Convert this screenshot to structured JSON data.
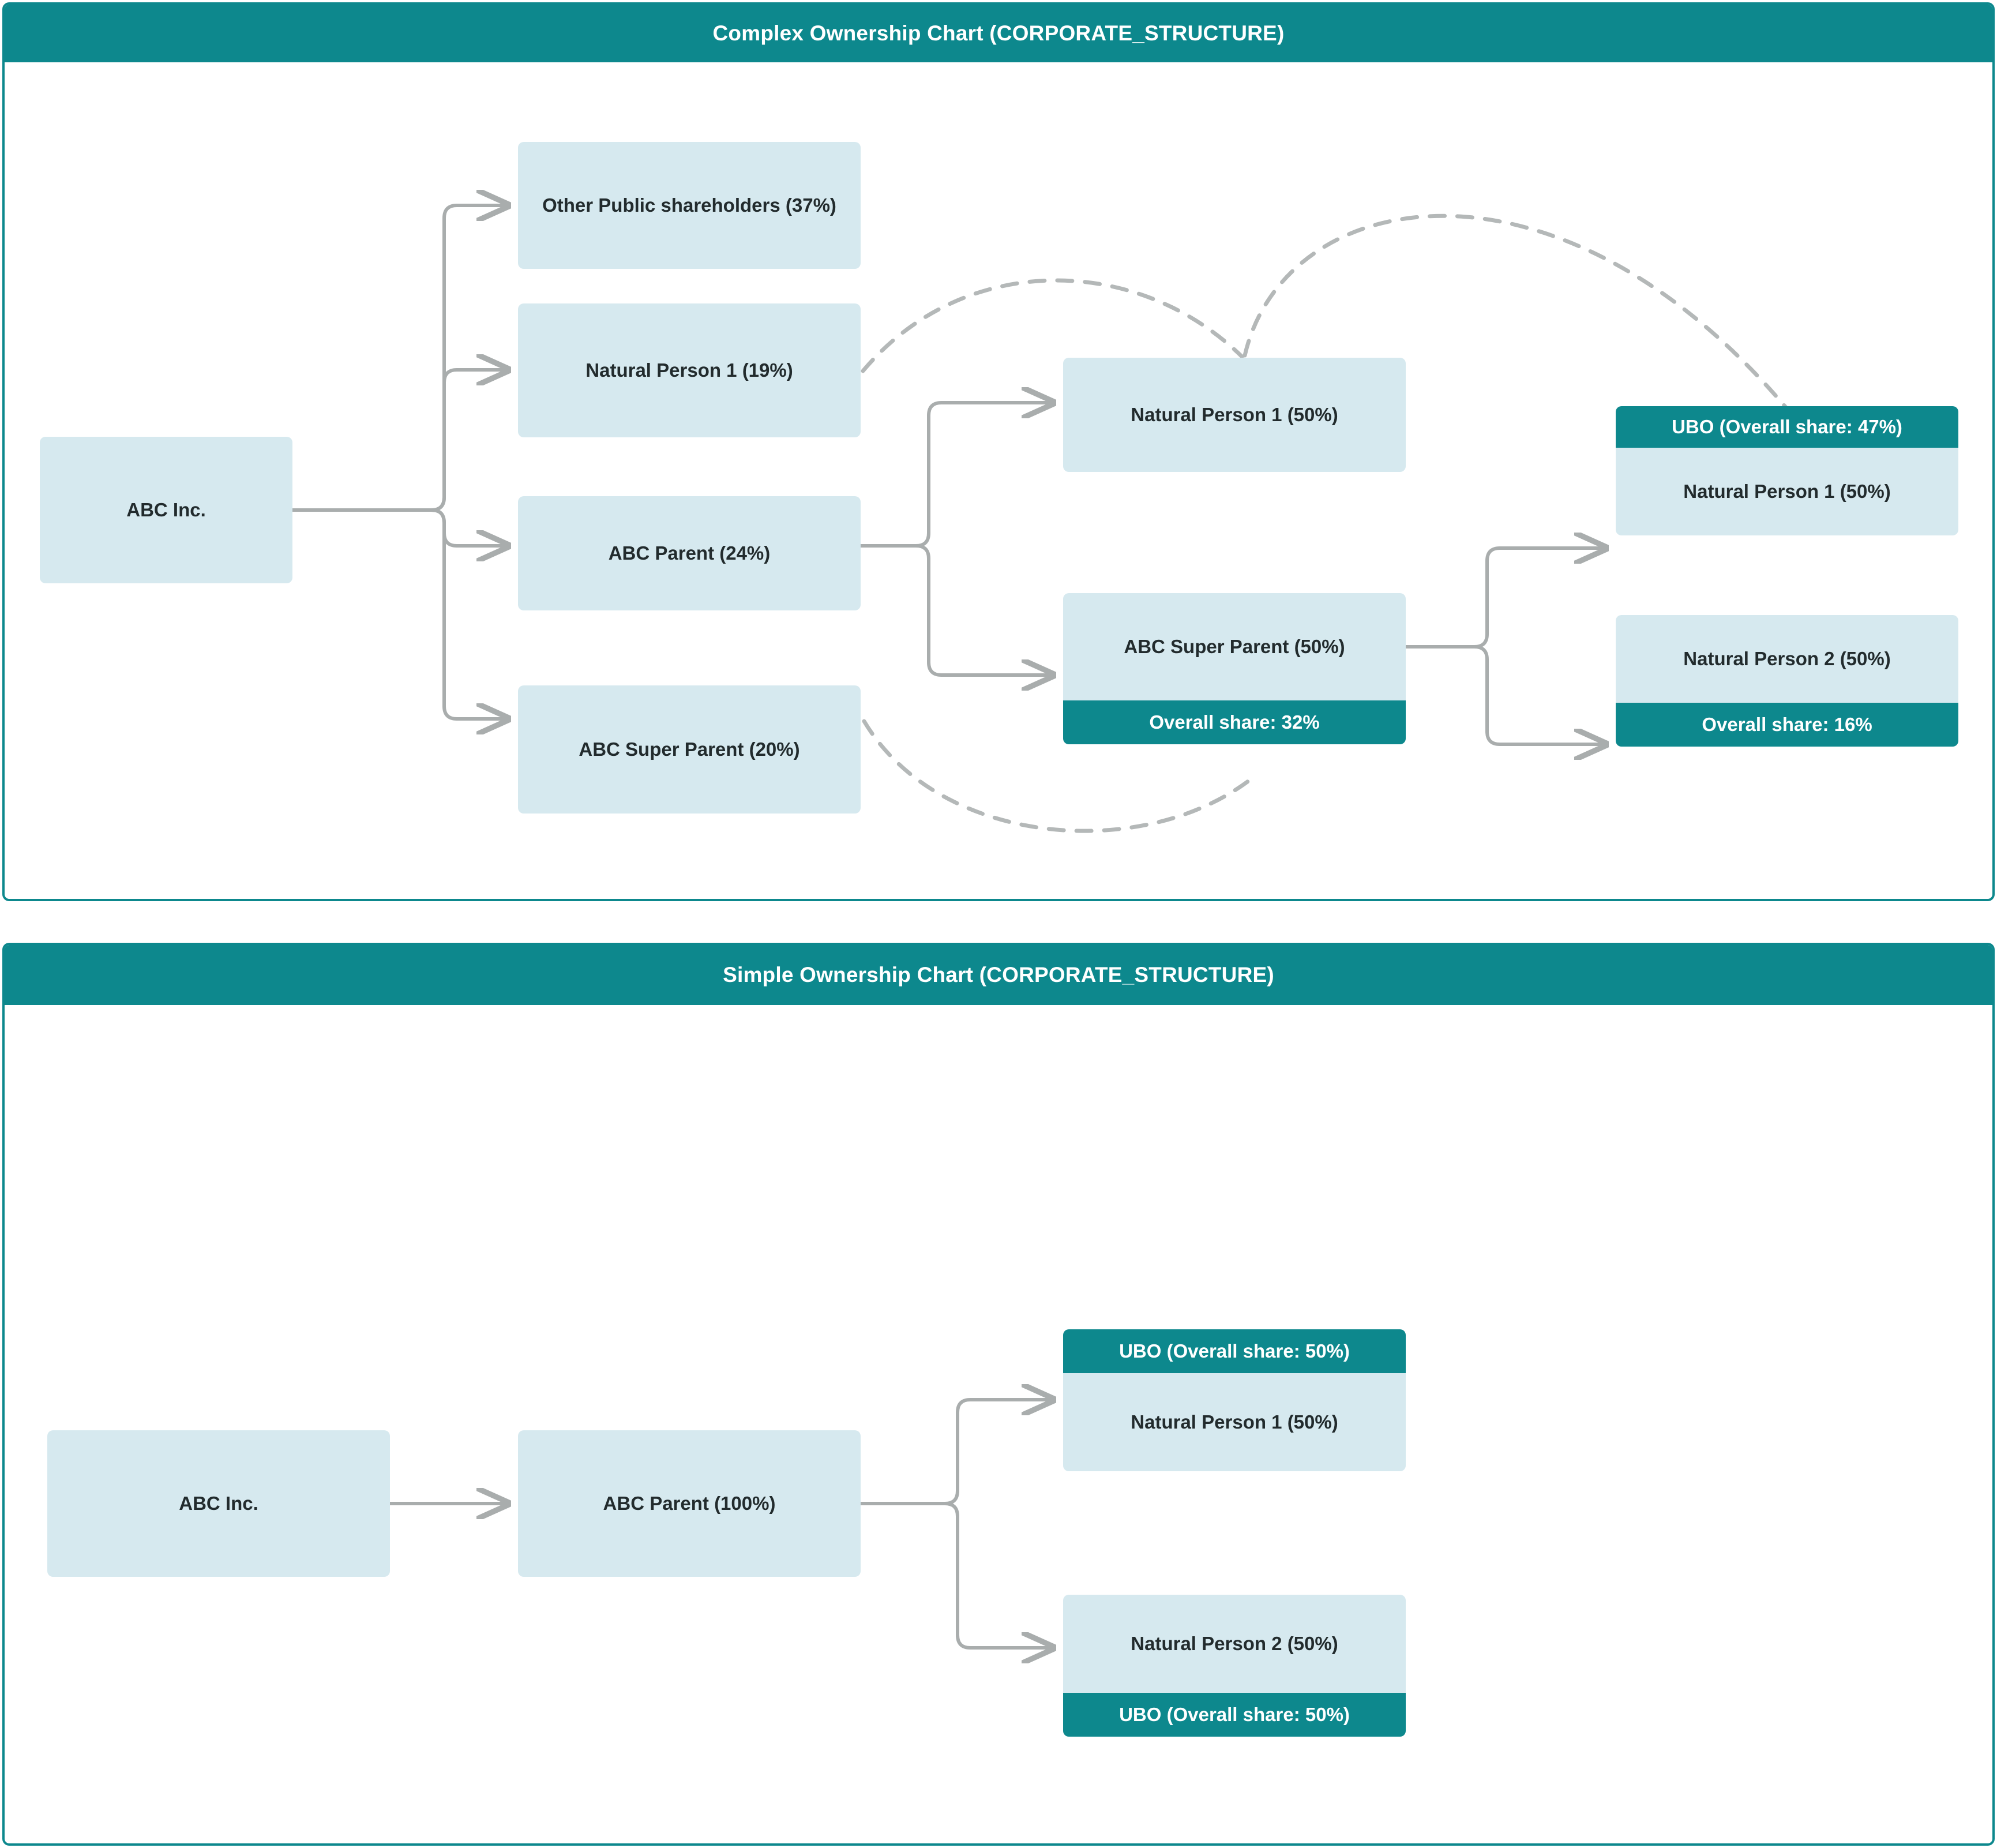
{
  "charts": [
    {
      "id": "complex",
      "title": "Complex Ownership Chart (CORPORATE_STRUCTURE)",
      "nodes": {
        "root": "ABC Inc.",
        "c2_0": "Other Public shareholders (37%)",
        "c2_1": "Natural Person 1 (19%)",
        "c2_2": "ABC Parent (24%)",
        "c2_3": "ABC Super Parent (20%)",
        "c3_0": "Natural Person 1 (50%)",
        "c3_1": "ABC Super Parent (50%)",
        "c3_1_badge": "Overall share: 32%",
        "c4_badge_top": "UBO (Overall share: 47%)",
        "c4_0": "Natural Person 1 (50%)",
        "c4_1": "Natural Person 2 (50%)",
        "c4_badge_bottom": "Overall share: 16%"
      }
    },
    {
      "id": "simple",
      "title": "Simple Ownership Chart (CORPORATE_STRUCTURE)",
      "nodes": {
        "root": "ABC Inc.",
        "parent": "ABC Parent (100%)",
        "badge_top": "UBO (Overall share: 50%)",
        "np1": "Natural Person 1 (50%)",
        "np2": "Natural Person 2 (50%)",
        "badge_bottom": "UBO (Overall share: 50%)"
      }
    }
  ],
  "colors": {
    "accent_teal": "#0d888d",
    "node_fill": "#d6e9ef",
    "connector_gray": "#a9adad",
    "text_dark": "#222b2d",
    "header_text": "#ffffff"
  },
  "chart_data": {
    "type": "diagram",
    "diagram_kind": "ownership-structure-tree",
    "charts": [
      {
        "title": "Complex Ownership Chart (CORPORATE_STRUCTURE)",
        "entities": [
          {
            "id": "abc-inc",
            "label": "ABC Inc.",
            "column": 1,
            "share": null
          },
          {
            "id": "other-public",
            "label": "Other Public shareholders (37%)",
            "column": 2,
            "share": 37
          },
          {
            "id": "np1-19",
            "label": "Natural Person 1 (19%)",
            "column": 2,
            "share": 19
          },
          {
            "id": "abc-parent-24",
            "label": "ABC Parent (24%)",
            "column": 2,
            "share": 24
          },
          {
            "id": "abc-super-parent-20",
            "label": "ABC Super Parent (20%)",
            "column": 2,
            "share": 20
          },
          {
            "id": "np1-50-mid",
            "label": "Natural Person 1 (50%)",
            "column": 3,
            "share": 50
          },
          {
            "id": "abc-super-parent-50",
            "label": "ABC Super Parent (50%)",
            "column": 3,
            "share": 50,
            "overall_share_badge": "Overall share: 32%",
            "overall_share": 32
          },
          {
            "id": "np1-50-right",
            "label": "Natural Person 1 (50%)",
            "column": 4,
            "share": 50,
            "ubo_badge": "UBO (Overall share: 47%)",
            "overall_share": 47
          },
          {
            "id": "np2-50-right",
            "label": "Natural Person 2 (50%)",
            "column": 4,
            "share": 50,
            "overall_share_badge": "Overall share: 16%",
            "overall_share": 16
          }
        ],
        "edges": [
          {
            "from": "abc-inc",
            "to": "other-public",
            "style": "solid"
          },
          {
            "from": "abc-inc",
            "to": "np1-19",
            "style": "solid"
          },
          {
            "from": "abc-inc",
            "to": "abc-parent-24",
            "style": "solid"
          },
          {
            "from": "abc-inc",
            "to": "abc-super-parent-20",
            "style": "solid"
          },
          {
            "from": "abc-parent-24",
            "to": "np1-50-mid",
            "style": "solid"
          },
          {
            "from": "abc-parent-24",
            "to": "abc-super-parent-50",
            "style": "solid"
          },
          {
            "from": "abc-super-parent-50",
            "to": "np1-50-right",
            "style": "solid"
          },
          {
            "from": "abc-super-parent-50",
            "to": "np2-50-right",
            "style": "solid"
          },
          {
            "from": "np1-19",
            "to": "np1-50-mid",
            "style": "dashed"
          },
          {
            "from": "abc-super-parent-20",
            "to": "abc-super-parent-50",
            "style": "dashed"
          },
          {
            "from": "np1-50-mid",
            "to": "np1-50-right",
            "style": "dashed"
          }
        ]
      },
      {
        "title": "Simple Ownership Chart (CORPORATE_STRUCTURE)",
        "entities": [
          {
            "id": "abc-inc-2",
            "label": "ABC Inc.",
            "column": 1,
            "share": null
          },
          {
            "id": "abc-parent-100",
            "label": "ABC Parent (100%)",
            "column": 2,
            "share": 100
          },
          {
            "id": "np1-50",
            "label": "Natural Person 1 (50%)",
            "column": 3,
            "share": 50,
            "ubo_badge": "UBO (Overall share: 50%)",
            "overall_share": 50
          },
          {
            "id": "np2-50",
            "label": "Natural Person 2 (50%)",
            "column": 3,
            "share": 50,
            "ubo_badge": "UBO (Overall share: 50%)",
            "overall_share": 50
          }
        ],
        "edges": [
          {
            "from": "abc-inc-2",
            "to": "abc-parent-100",
            "style": "solid"
          },
          {
            "from": "abc-parent-100",
            "to": "np1-50",
            "style": "solid"
          },
          {
            "from": "abc-parent-100",
            "to": "np2-50",
            "style": "solid"
          }
        ]
      }
    ]
  }
}
